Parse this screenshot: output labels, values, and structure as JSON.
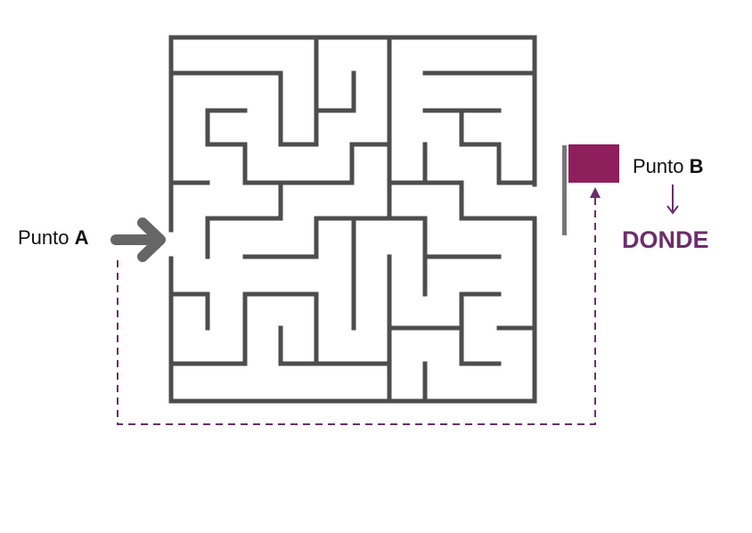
{
  "labels": {
    "start_prefix": "Punto",
    "start_point": "A",
    "end_prefix": "Punto",
    "end_point": "B",
    "destination": "DONDE"
  },
  "colors": {
    "maze_wall": "#4d4d4d",
    "arrow": "#666666",
    "accent": "#6b2f6b",
    "flag": "#8e1f5c",
    "flag_pole": "#777777",
    "label_text": "#111111"
  },
  "icons": {
    "start_arrow": "right-arrow-icon",
    "end_marker": "flag-icon",
    "direction_arrow": "down-arrow-icon"
  }
}
